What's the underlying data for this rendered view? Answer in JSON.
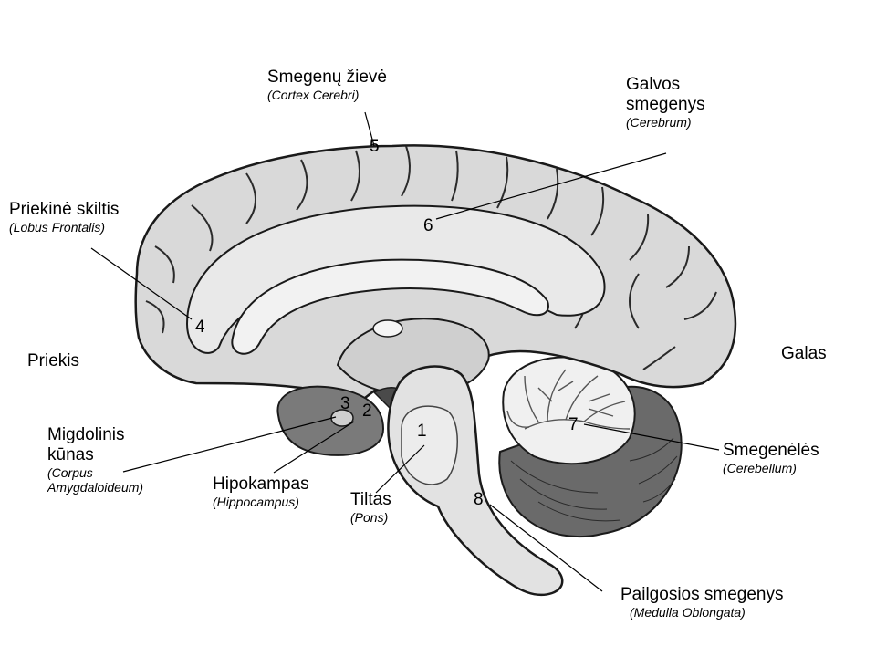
{
  "side_labels": {
    "front": "Priekis",
    "back": "Galas"
  },
  "numbers": [
    "1",
    "2",
    "3",
    "4",
    "5",
    "6",
    "7",
    "8"
  ],
  "labels": {
    "cortex": {
      "name": "Smegenų žievė",
      "latin": "(Cortex Cerebri)"
    },
    "cerebrum": {
      "name_line1": "Galvos",
      "name_line2": "smegenys",
      "latin": "(Cerebrum)"
    },
    "frontal": {
      "name": "Priekinė skiltis",
      "latin": "(Lobus Frontalis)"
    },
    "amygdala": {
      "name_line1": "Migdolinis",
      "name_line2": "kūnas",
      "latin_line1": "(Corpus",
      "latin_line2": "Amygdaloideum)"
    },
    "hippocampus": {
      "name": "Hipokampas",
      "latin": "(Hippocampus)"
    },
    "pons": {
      "name": "Tiltas",
      "latin": "(Pons)"
    },
    "cerebellum": {
      "name": "Smegenėlės",
      "latin": "(Cerebellum)"
    },
    "medulla": {
      "name": "Pailgosios smegenys",
      "latin": "(Medulla Oblongata)"
    }
  },
  "colors": {
    "tissue": "#d9d9d9",
    "tissue_light": "#e9e9e9",
    "outline": "#1a1a1a",
    "dark": "#6a6a6a",
    "leader": "#000000"
  }
}
